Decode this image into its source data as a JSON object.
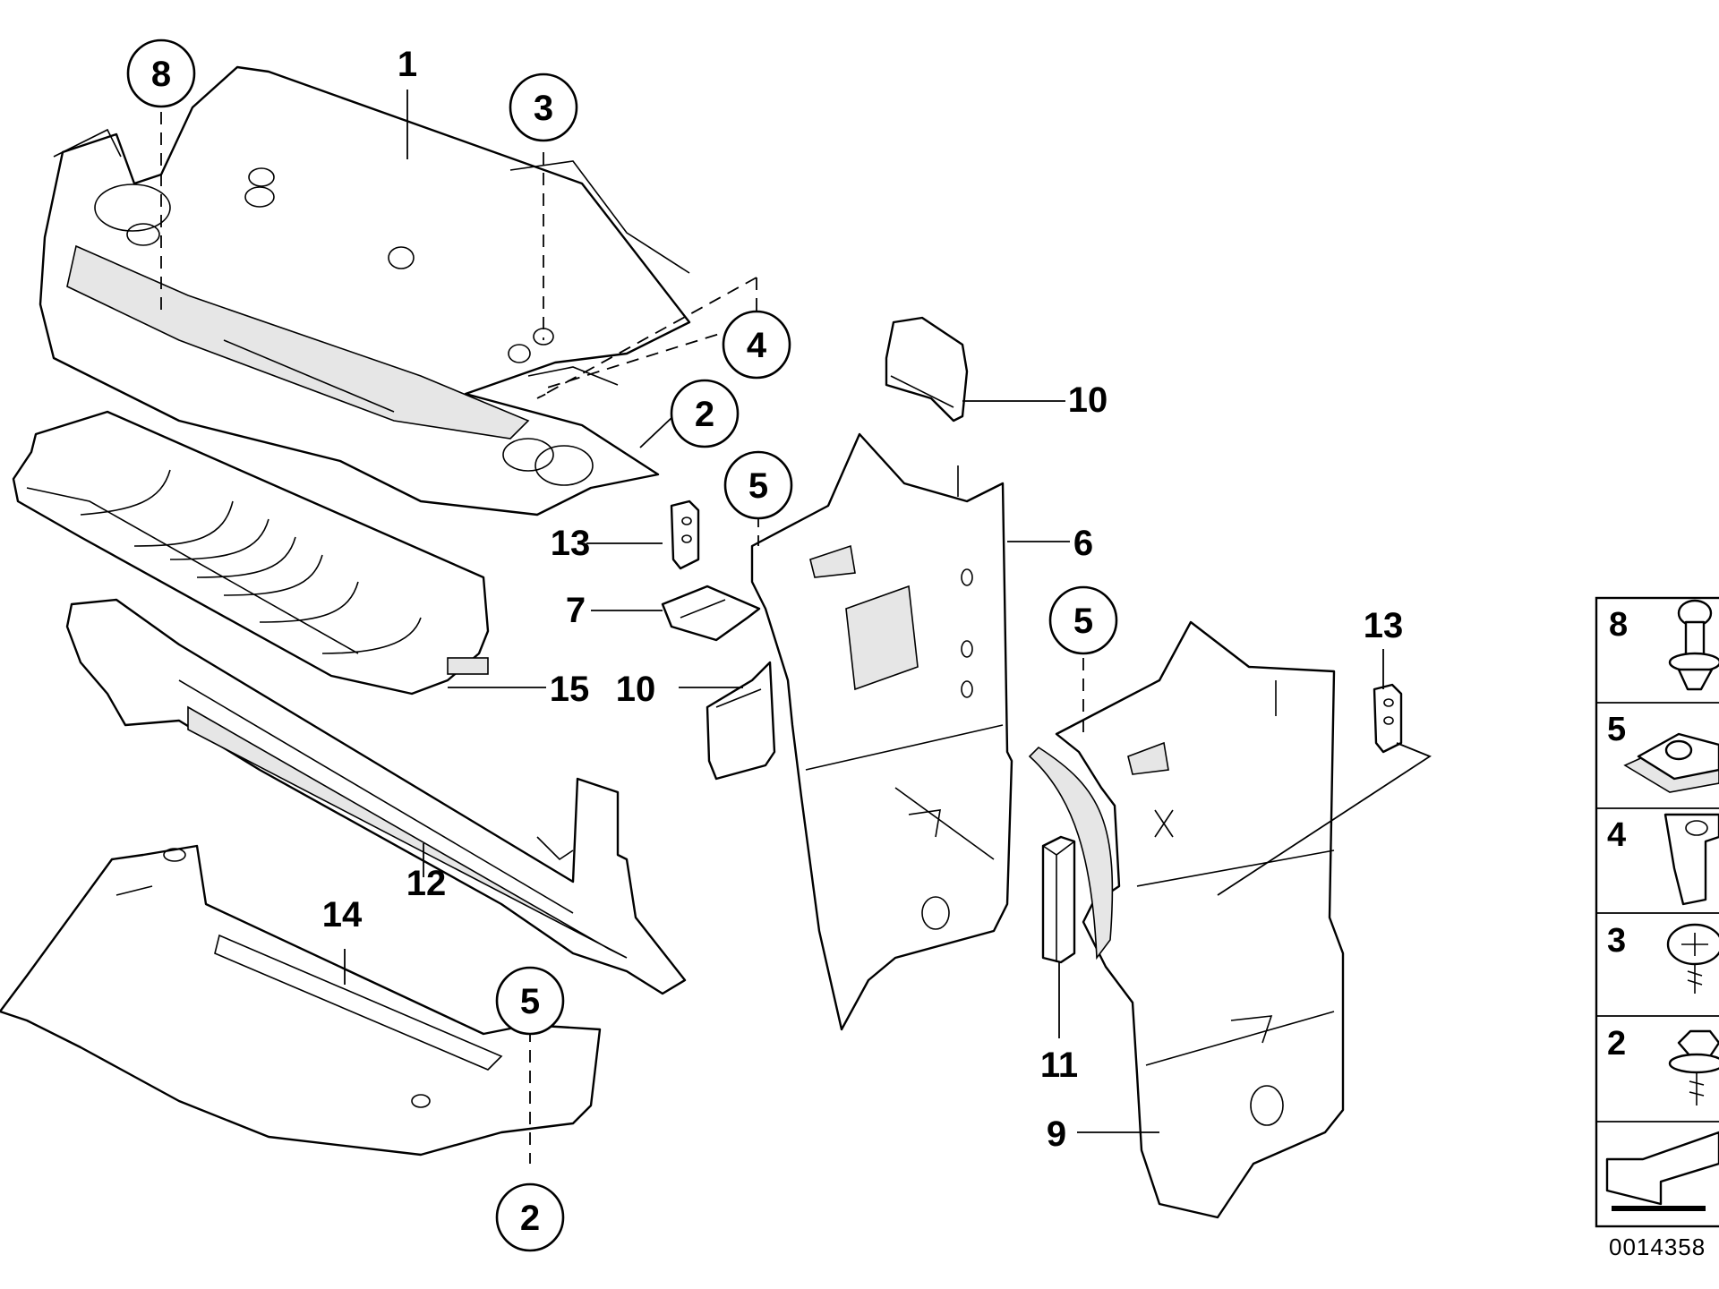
{
  "callouts": {
    "c1": "1",
    "c8": "8",
    "c3": "3",
    "c4": "4",
    "c2a": "2",
    "c10a": "10",
    "c5a": "5",
    "c6": "6",
    "c13a": "13",
    "c7": "7",
    "c15": "15",
    "c10b": "10",
    "c5b": "5",
    "c13b": "13",
    "c12": "12",
    "c14": "14",
    "c11": "11",
    "c9": "9",
    "c5c": "5",
    "c2b": "2"
  },
  "legend": {
    "items": [
      {
        "label": "8",
        "icon": "push-rivet-icon"
      },
      {
        "label": "5",
        "icon": "clip-nut-icon"
      },
      {
        "label": "4",
        "icon": "expanding-nut-icon"
      },
      {
        "label": "3",
        "icon": "washer-screw-icon"
      },
      {
        "label": "2",
        "icon": "hex-screw-icon"
      }
    ],
    "arrow_icon": "direction-arrow-icon"
  },
  "drawing_id": "0014358"
}
